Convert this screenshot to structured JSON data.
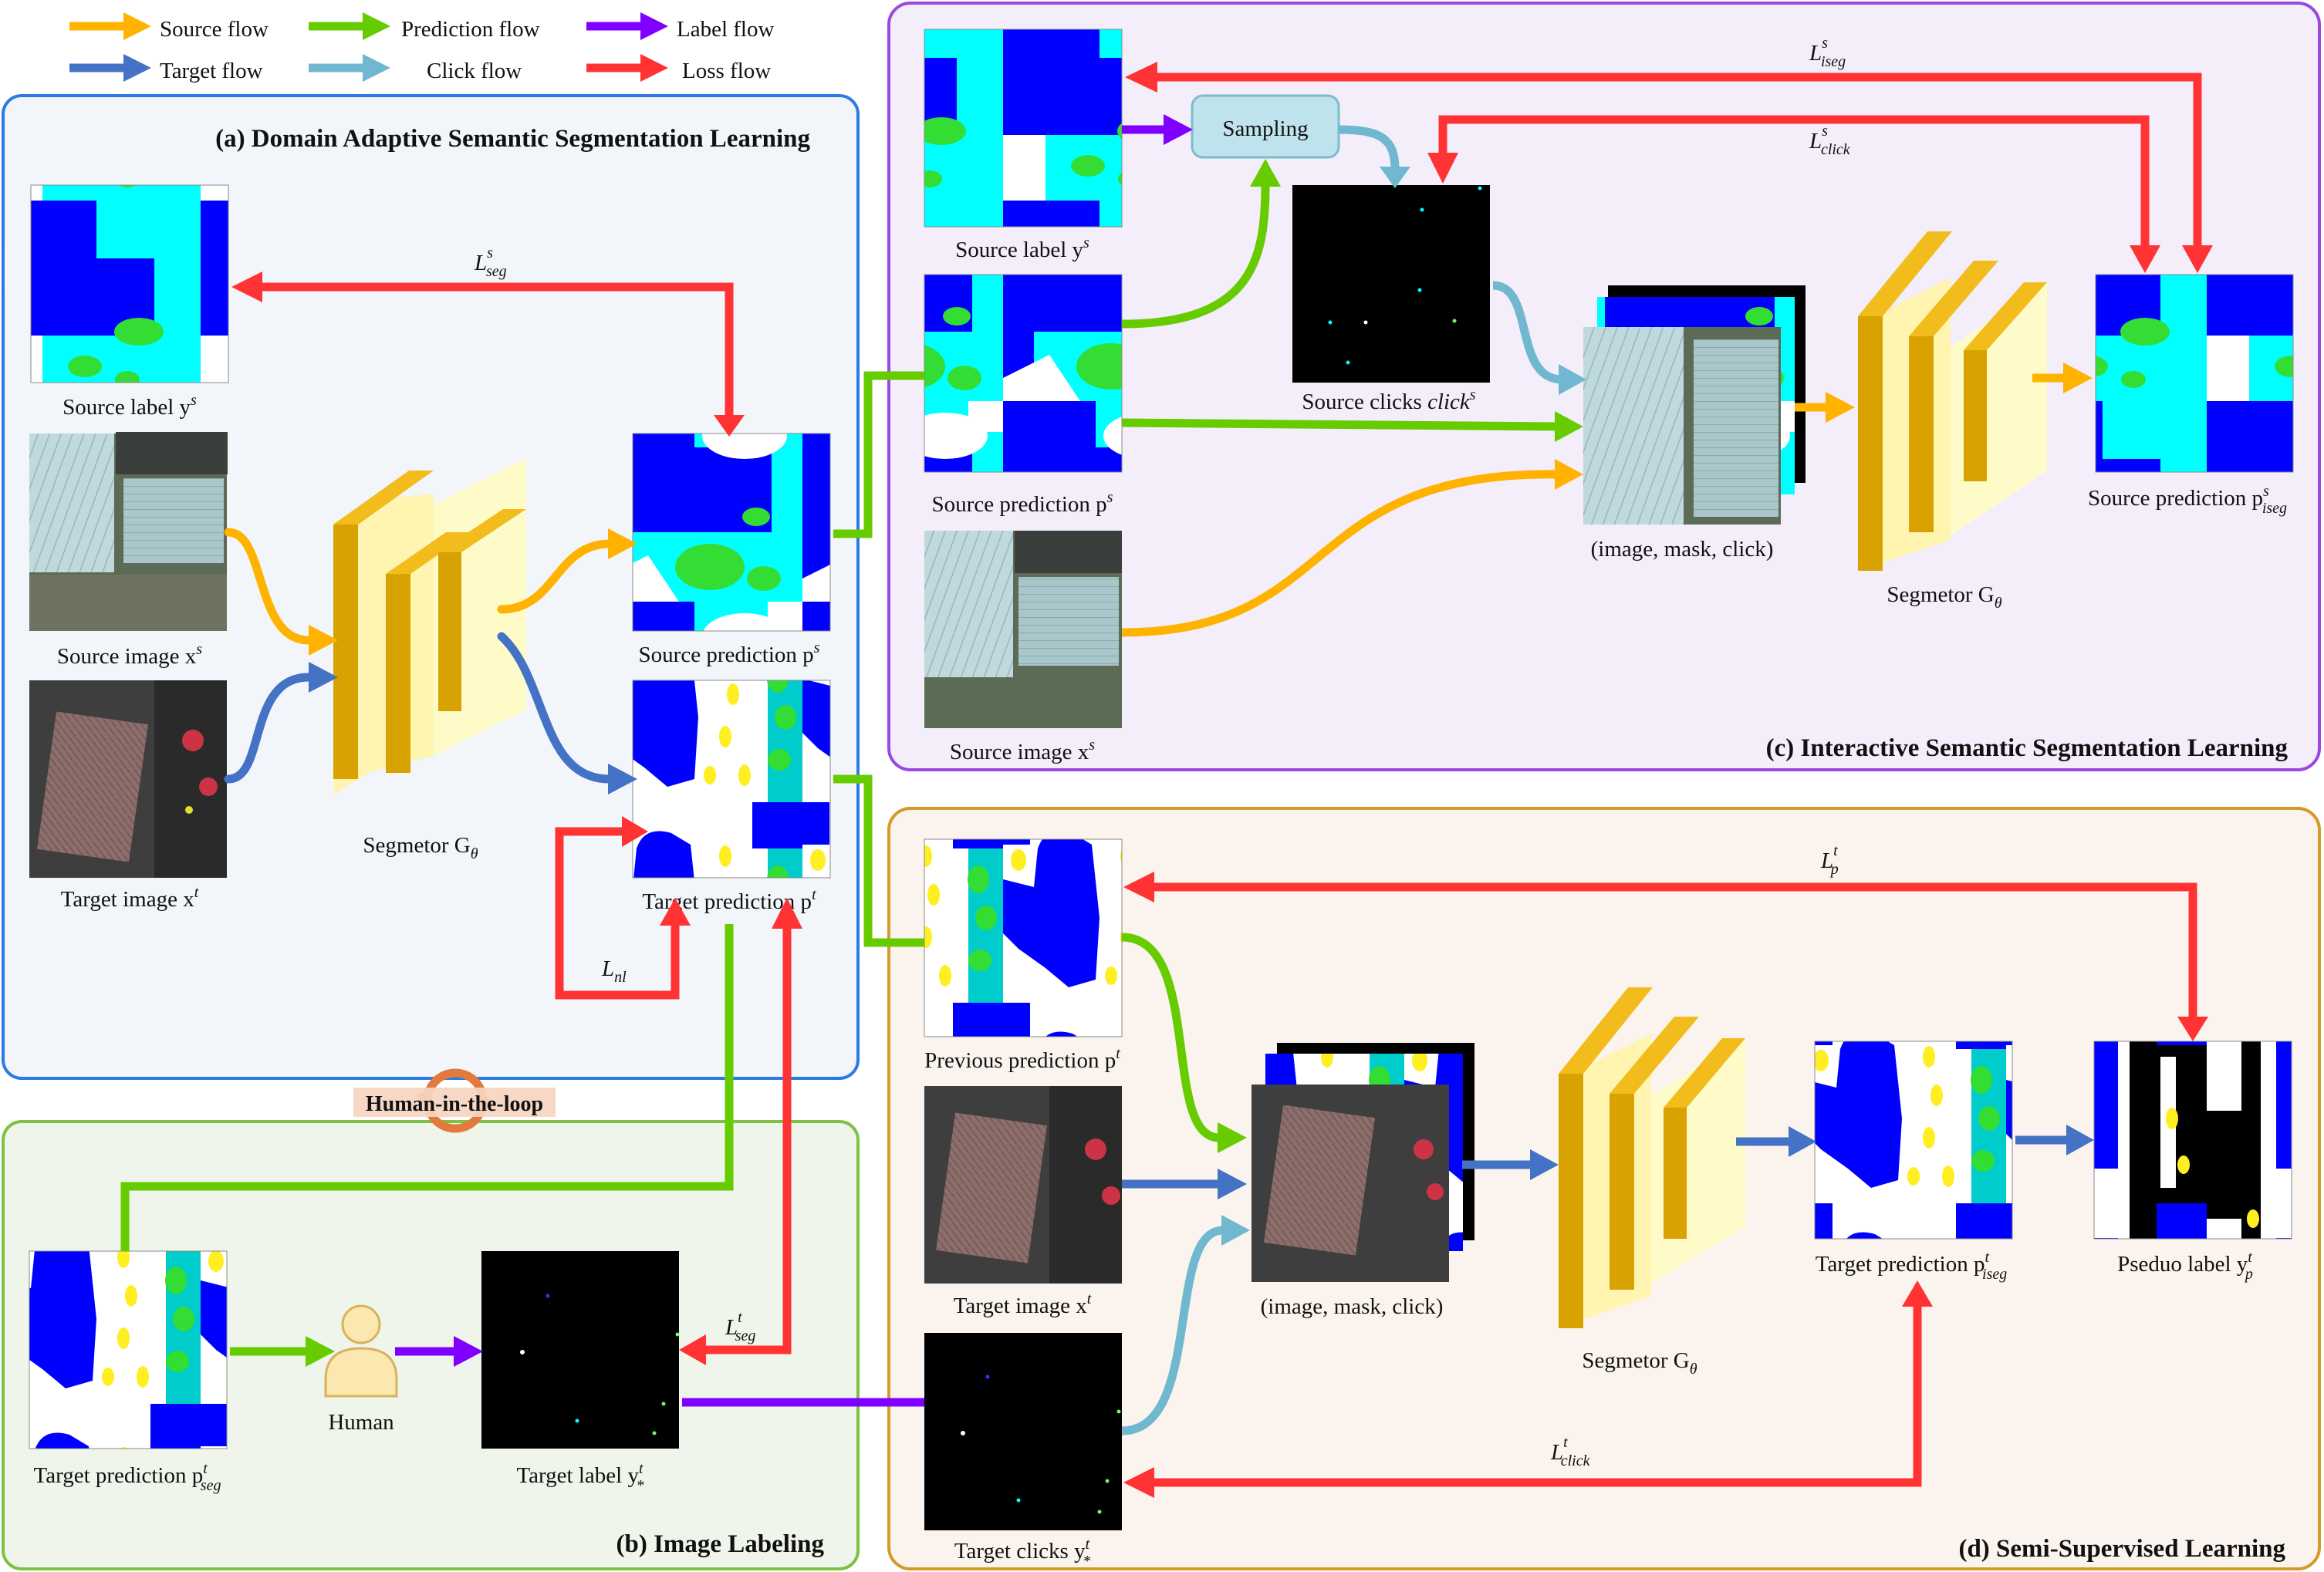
{
  "legend": [
    {
      "label": "Source flow",
      "color": "#FFB300"
    },
    {
      "label": "Prediction flow",
      "color": "#66CC00"
    },
    {
      "label": "Label flow",
      "color": "#7F00FF"
    },
    {
      "label": "Target flow",
      "color": "#4472C4"
    },
    {
      "label": "Click flow",
      "color": "#70B8CF"
    },
    {
      "label": "Loss flow",
      "color": "#FF3333"
    }
  ],
  "panels": {
    "a": {
      "title": "(a) Domain Adaptive Semantic Segmentation Learning",
      "color": "#2C7BE5"
    },
    "b": {
      "title": "(b)  Image Labeling",
      "color": "#7DC242"
    },
    "c": {
      "title": "(c)  Interactive Semantic Segmentation Learning",
      "color": "#9A48E0"
    },
    "d": {
      "title": "(d)  Semi-Supervised Learning",
      "color": "#D49A2A"
    }
  },
  "captions": {
    "a_source_label": "Source label y",
    "a_source_label_sup": "s",
    "a_source_image": "Source image x",
    "a_source_image_sup": "s",
    "a_target_image": "Target image x",
    "a_target_image_sup": "t",
    "a_segmentor": "Segmetor G",
    "a_segmentor_sub": "θ",
    "a_source_pred": "Source prediction p",
    "a_source_pred_sup": "s",
    "a_target_pred": "Target prediction p",
    "a_target_pred_sup": "t",
    "human_loop": "Human-in-the-loop",
    "b_target_pred": "Target prediction p",
    "b_target_pred_sup": "t",
    "b_target_pred_sub": "seg",
    "b_human": "Human",
    "b_target_label": "Target label y",
    "b_target_label_sup": "t",
    "b_target_label_sub": "*",
    "c_source_label": "Source label y",
    "c_source_label_sup": "s",
    "c_sampling": "Sampling",
    "c_source_clicks": "Source clicks ",
    "c_source_clicks_it": "click",
    "c_source_clicks_sup": "s",
    "c_source_pred": "Source prediction p",
    "c_source_pred_sup": "s",
    "c_image_mask_click": "(image, mask, click)",
    "c_source_image": "Source image x",
    "c_source_image_sup": "s",
    "c_segmentor": "Segmetor G",
    "c_segmentor_sub": "θ",
    "c_source_pred_iseg": "Source prediction p",
    "c_source_pred_iseg_sup": "s",
    "c_source_pred_iseg_sub": "iseg",
    "d_prev_pred": "Previous prediction p",
    "d_prev_pred_sup": "t",
    "d_target_image": "Target image x",
    "d_target_image_sup": "t",
    "d_target_clicks": "Target clicks y",
    "d_target_clicks_sup": "t",
    "d_target_clicks_sub": "*",
    "d_image_mask_click": "(image, mask, click)",
    "d_segmentor": "Segmetor G",
    "d_segmentor_sub": "θ",
    "d_target_pred_iseg": "Target prediction p",
    "d_target_pred_iseg_sup": "t",
    "d_target_pred_iseg_sub": "iseg",
    "d_pseudo": "Pseduo label y",
    "d_pseudo_sup": "t",
    "d_pseudo_sub": "p"
  },
  "losses": {
    "l_seg_s": {
      "base": "L",
      "sup": "s",
      "sub": "seg"
    },
    "l_nl": {
      "base": "L",
      "sub": "nl"
    },
    "l_seg_t": {
      "base": "L",
      "sup": "t",
      "sub": "seg"
    },
    "l_iseg_s": {
      "base": "L",
      "sup": "s",
      "sub": "iseg"
    },
    "l_click_s": {
      "base": "L",
      "sup": "s",
      "sub": "click"
    },
    "l_p_t": {
      "base": "L",
      "sup": "t",
      "sub": "p"
    },
    "l_click_t": {
      "base": "L",
      "sup": "t",
      "sub": "click"
    }
  }
}
